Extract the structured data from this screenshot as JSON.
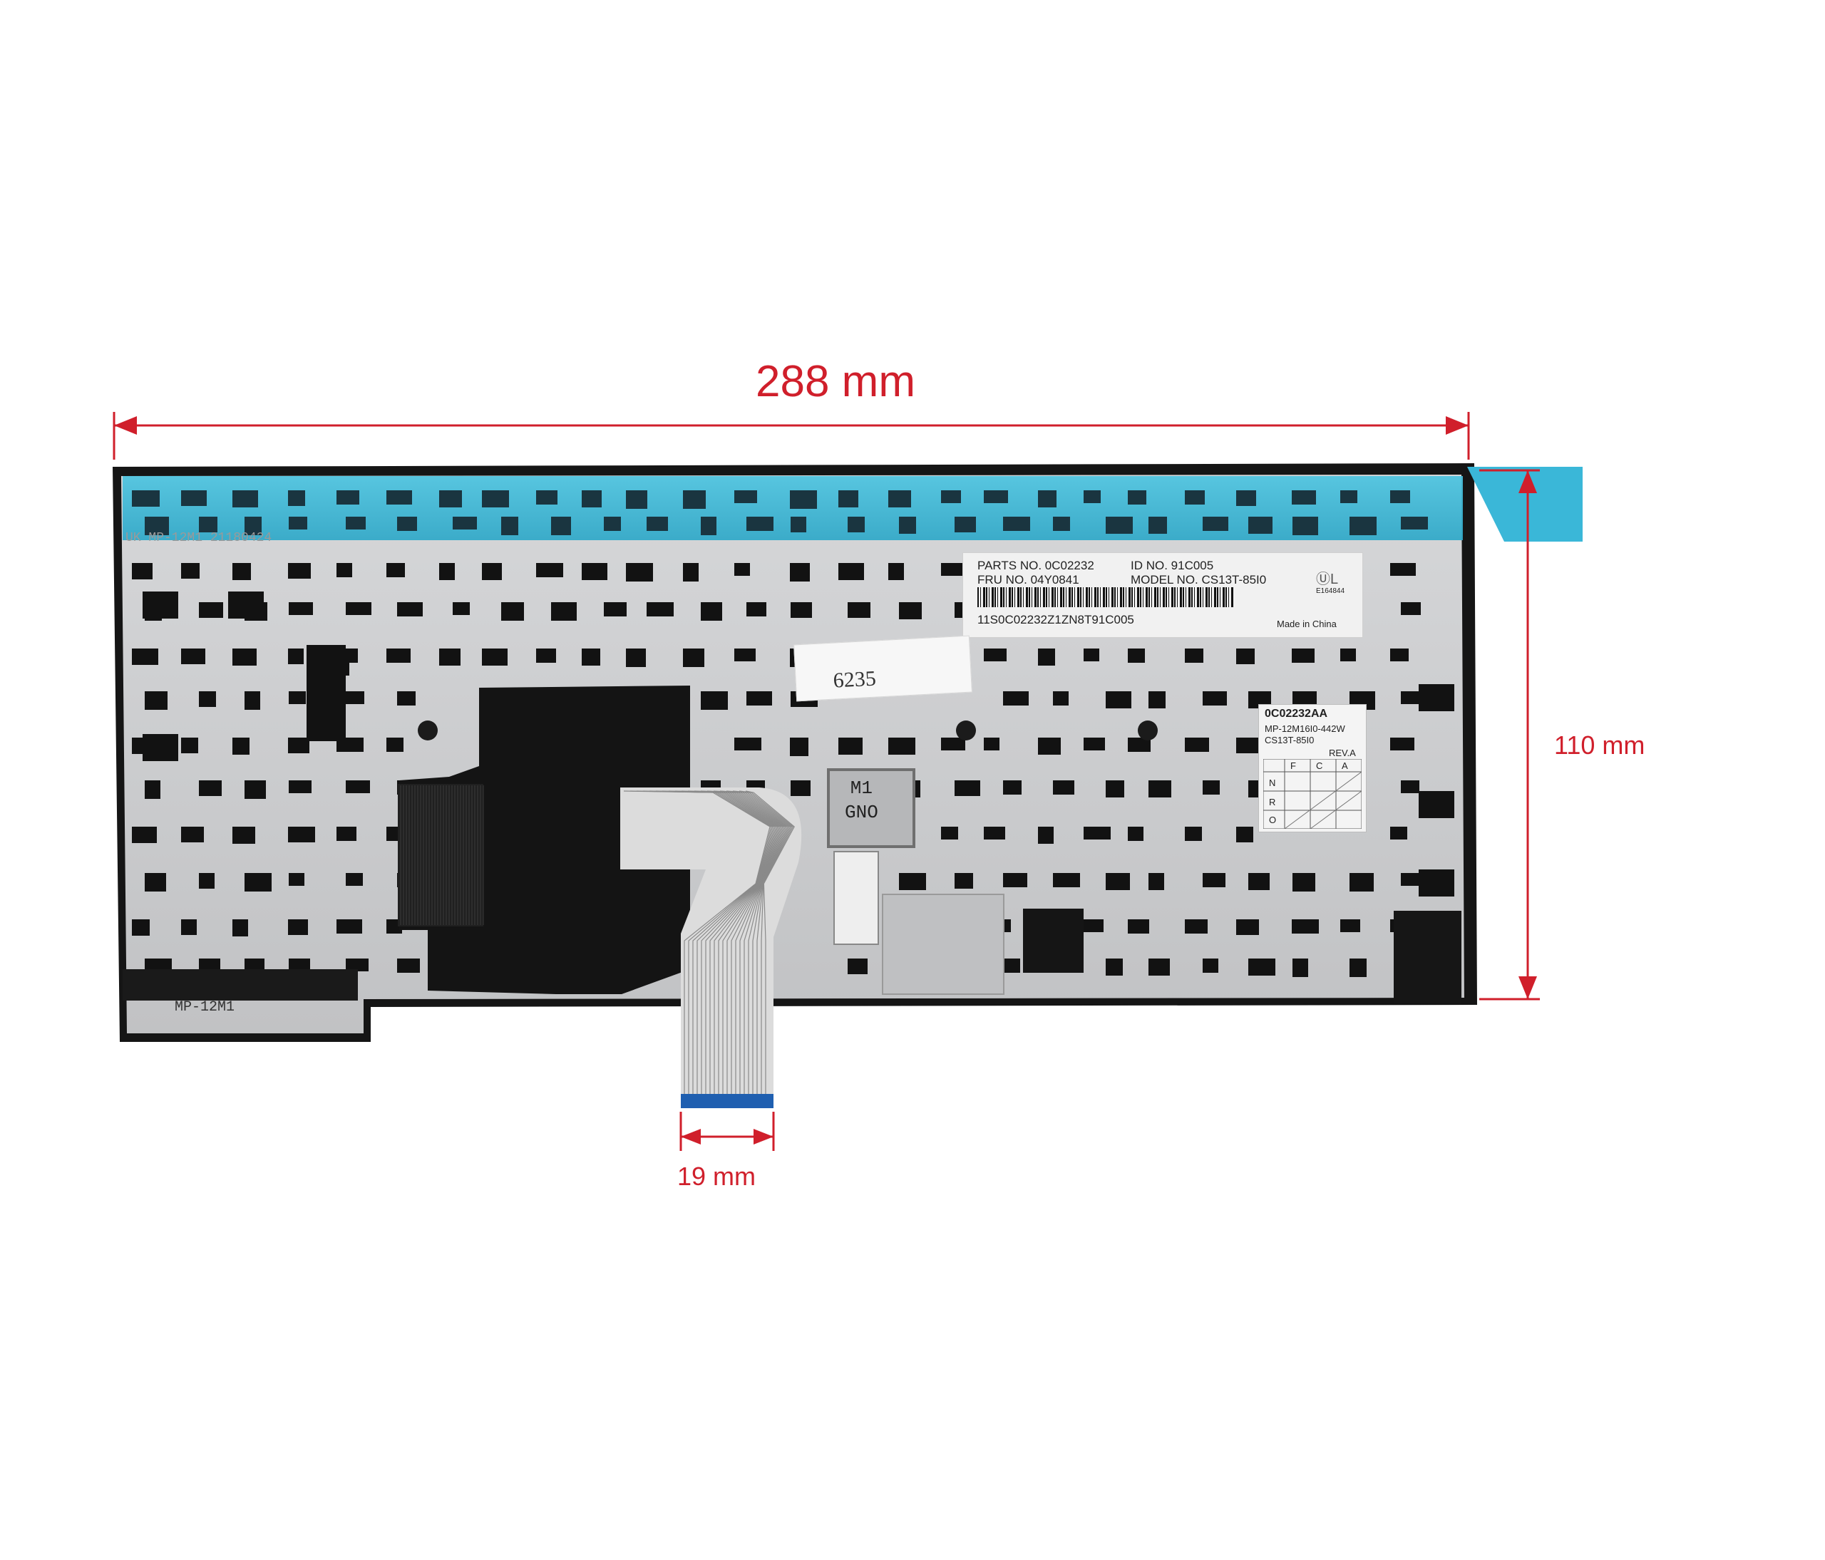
{
  "dimensions": {
    "width": "288 mm",
    "height": "110 mm",
    "cable": "19 mm"
  },
  "label_main": {
    "parts_no": "PARTS NO. 0C02232",
    "id_no": "ID NO.  91C005",
    "fru_no": "FRU     NO. 04Y0841",
    "model_no": "MODEL NO. CS13T-85I0",
    "serial": "11S0C02232Z1ZN8T91C005",
    "origin": "Made in China",
    "cert": "E164844"
  },
  "label_side": {
    "code": "0C02232AA",
    "line1": "MP-12M16I0-442W",
    "line2": "CS13T-85I0",
    "rev": "REV.A",
    "cols": [
      "F",
      "C",
      "A"
    ],
    "rows": [
      "N",
      "R",
      "O"
    ]
  },
  "label_number": "6235",
  "markings": {
    "top_left": "UK MP-12M1 21180424",
    "bottom_left": "MP-12M1",
    "connector_m1": "M1",
    "connector_gno": "GNO"
  },
  "colors": {
    "accent": "#d01f2b",
    "tape": "#3fb8d6",
    "plate": "#c8c9cb",
    "frame": "#151515"
  }
}
